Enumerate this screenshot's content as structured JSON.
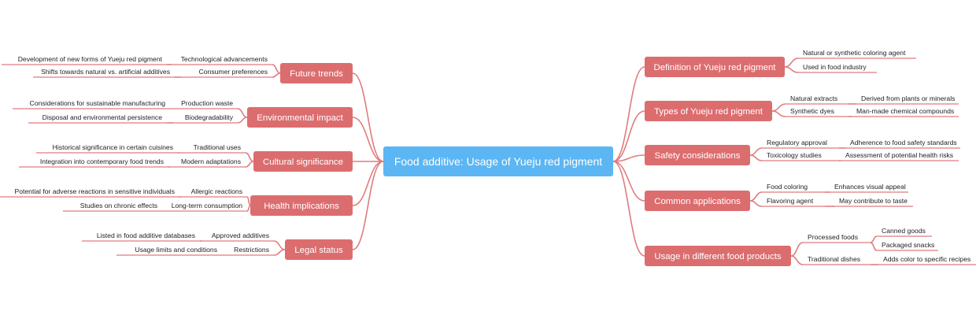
{
  "colors": {
    "root_fill": "#5BB6F3",
    "branch_fill": "#DC6D6F",
    "line": "#E07C7E",
    "leaf_text": "#222222",
    "node_text": "#FFFFFF"
  },
  "root": {
    "label": "Food additive: Usage of Yueju red pigment"
  },
  "right": [
    {
      "label": "Definition of Yueju red pigment",
      "children": [
        {
          "label": "Natural or synthetic coloring agent",
          "children": []
        },
        {
          "label": "Used in food industry",
          "children": []
        }
      ]
    },
    {
      "label": "Types of Yueju red pigment",
      "children": [
        {
          "label": "Natural extracts",
          "children": [
            {
              "label": "Derived from plants or minerals"
            }
          ]
        },
        {
          "label": "Synthetic dyes",
          "children": [
            {
              "label": "Man-made chemical compounds"
            }
          ]
        }
      ]
    },
    {
      "label": "Safety considerations",
      "children": [
        {
          "label": "Regulatory approval",
          "children": [
            {
              "label": "Adherence to food safety standards"
            }
          ]
        },
        {
          "label": "Toxicology studies",
          "children": [
            {
              "label": "Assessment of potential health risks"
            }
          ]
        }
      ]
    },
    {
      "label": "Common applications",
      "children": [
        {
          "label": "Food coloring",
          "children": [
            {
              "label": "Enhances visual appeal"
            }
          ]
        },
        {
          "label": "Flavoring agent",
          "children": [
            {
              "label": "May contribute to taste"
            }
          ]
        }
      ]
    },
    {
      "label": "Usage in different food products",
      "children": [
        {
          "label": "Processed foods",
          "children": [
            {
              "label": "Canned goods"
            },
            {
              "label": "Packaged snacks"
            }
          ]
        },
        {
          "label": "Traditional dishes",
          "children": [
            {
              "label": "Adds color to specific recipes"
            }
          ]
        }
      ]
    }
  ],
  "left": [
    {
      "label": "Future trends",
      "children": [
        {
          "label": "Technological advancements",
          "children": [
            {
              "label": "Development of new forms of Yueju red pigment"
            }
          ]
        },
        {
          "label": "Consumer preferences",
          "children": [
            {
              "label": "Shifts towards natural vs. artificial additives"
            }
          ]
        }
      ]
    },
    {
      "label": "Environmental impact",
      "children": [
        {
          "label": "Production waste",
          "children": [
            {
              "label": "Considerations for sustainable manufacturing"
            }
          ]
        },
        {
          "label": "Biodegradability",
          "children": [
            {
              "label": "Disposal and environmental persistence"
            }
          ]
        }
      ]
    },
    {
      "label": "Cultural significance",
      "children": [
        {
          "label": "Traditional uses",
          "children": [
            {
              "label": "Historical significance in certain cuisines"
            }
          ]
        },
        {
          "label": "Modern adaptations",
          "children": [
            {
              "label": "Integration into contemporary food trends"
            }
          ]
        }
      ]
    },
    {
      "label": "Health implications",
      "children": [
        {
          "label": "Allergic reactions",
          "children": [
            {
              "label": "Potential for adverse reactions in sensitive individuals"
            }
          ]
        },
        {
          "label": "Long-term consumption",
          "children": [
            {
              "label": "Studies on chronic effects"
            }
          ]
        }
      ]
    },
    {
      "label": "Legal status",
      "children": [
        {
          "label": "Approved additives",
          "children": [
            {
              "label": "Listed in food additive databases"
            }
          ]
        },
        {
          "label": "Restrictions",
          "children": [
            {
              "label": "Usage limits and conditions"
            }
          ]
        }
      ]
    }
  ]
}
